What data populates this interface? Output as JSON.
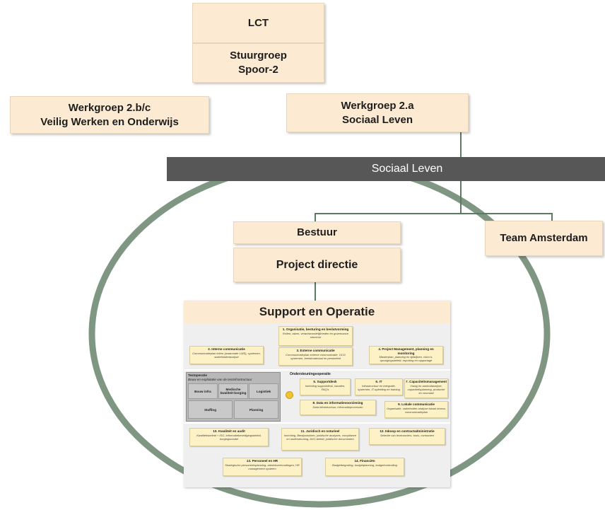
{
  "top": {
    "lct": "LCT",
    "stuurgroep_line1": "Stuurgroep",
    "stuurgroep_line2": "Spoor-2"
  },
  "werkgroepen": {
    "left_line1": "Werkgroep 2.b/c",
    "left_line2": "Veilig Werken en Onderwijs",
    "right_line1": "Werkgroep 2.a",
    "right_line2": "Sociaal Leven"
  },
  "banner": "Sociaal Leven",
  "nodes": {
    "bestuur": "Bestuur",
    "team_amsterdam": "Team Amsterdam",
    "project_directie": "Project directie",
    "support": "Support en Operatie"
  },
  "panel": {
    "top_items": [
      {
        "title": "1. Organisatie, besturing en beslutvorming",
        "desc": "Rollen, taken, verantwoordelijkheden en governance structuur"
      },
      {
        "title": "2. Interne communicatie",
        "desc": "Communicatieplan intern (waaronder LMS), systemen, stakeholderanalyse"
      },
      {
        "title": "3. Externe communicatie",
        "desc": "Communicatieplan externe communicatie, OCG systemen, beeldmateriaal en persbeleid"
      },
      {
        "title": "4. Project Management, planning en monitoring",
        "desc": "Masterplan, planning en tijdslijnen, risico's, opvolgingsbeleid, reporting en rapportage"
      }
    ],
    "testoperatie": {
      "title": "Testoperatie",
      "subtitle": "Bouw en exploitatie van de testinfrastructuur",
      "cells": [
        "Bouw infra",
        "Medische kwaliteit-borging",
        "Logistiek",
        "Staffing",
        "Planning"
      ]
    },
    "ondersteuning_title": "Ondersteuningsoperatie",
    "middle_items": [
      {
        "title": "5. Supportdesk",
        "desc": "Inrichting supportdesk, kanalen, FAQ's"
      },
      {
        "title": "6. IT",
        "desc": "Infrastructuur en integratie, systemen, IT-opleiding en training"
      },
      {
        "title": "7. Capaciteitsmanagement",
        "desc": "Vraag en aanbodanalyse, capaciteitsplanning, productie en voorraad"
      },
      {
        "title": "8. Data en informatievoorziening",
        "desc": "Data infrastructuur, informatieprocessen"
      },
      {
        "title": "9. Lokale communicatie",
        "desc": "Organisatie, stakeholder analyse lokaal niveau, communicatieplan"
      }
    ],
    "bottom_items": [
      {
        "title": "10. Kwaliteit en audit",
        "desc": "Kwaliteitsbeleid + ISO, informatiebeveiligingsbeleid, borgingsmodel"
      },
      {
        "title": "11. Juridisch en notarieel",
        "desc": "Inrichting, Bewijsstukken, juridische analyses, compliance en ondersteuning, AVG-beleid, juridische documenten"
      },
      {
        "title": "12. Inkoop en contractadministratie",
        "desc": "Selectie van leveranciers, tools, contracten"
      },
      {
        "title": "13. Personeel en HR",
        "desc": "Strategische personeelsplanning, arbeidsverhoudingen, HR management systeem"
      },
      {
        "title": "14. Financiën",
        "desc": "Budgetbegroting, budgetplanning, budgetcontrolling"
      }
    ]
  },
  "colors": {
    "box_fill": "#fcebd2",
    "banner": "#575757",
    "ellipse": "#7f9683",
    "connector": "#5b7a62",
    "panel_bg": "#efefef",
    "sticky": "#fdf2c6"
  }
}
